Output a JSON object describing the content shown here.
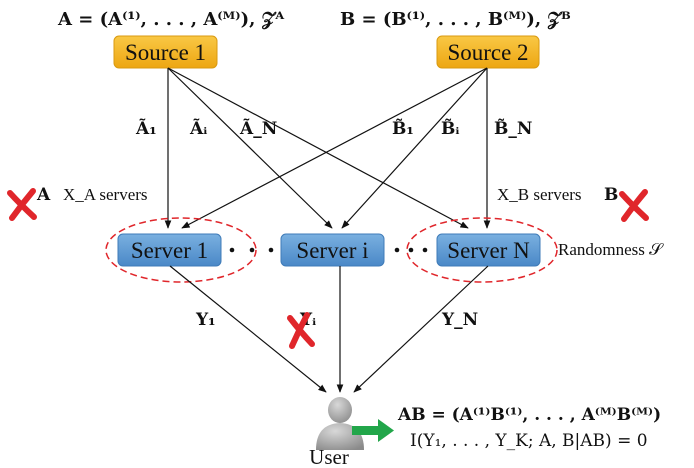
{
  "sources": {
    "a": {
      "label": "Source 1",
      "formula": "A = (A⁽¹⁾, . . . , A⁽ᴹ⁾),  𝒵ᴬ"
    },
    "b": {
      "label": "Source 2",
      "formula": "B = (B⁽¹⁾, . . . , B⁽ᴹ⁾),  𝒵ᴮ"
    }
  },
  "servers": [
    {
      "label": "Server 1"
    },
    {
      "label": "Server i"
    },
    {
      "label": "Server N"
    }
  ],
  "edges_from_a": [
    "Ã₁",
    "Ãᵢ",
    "Ã_N"
  ],
  "edges_from_b": [
    "B̃₁",
    "B̃ᵢ",
    "B̃_N"
  ],
  "edges_to_user": [
    "Y₁",
    "Yᵢ",
    "Y_N"
  ],
  "colluding": {
    "a_label": "X_A servers",
    "a_tag": "A",
    "b_label": "X_B servers",
    "b_tag": "B"
  },
  "randomness": "Randomness 𝒮",
  "user": {
    "label": "User",
    "result_line1": "AB = (A⁽¹⁾B⁽¹⁾, . . . , A⁽ᴹ⁾B⁽ᴹ⁾)",
    "result_line2": "I(Y₁, . . . , Y_K; A, B|AB) = 0"
  },
  "icons": {
    "cross": "red-x-icon",
    "user": "user-silhouette-icon",
    "arrow": "green-arrow-icon"
  },
  "colors": {
    "source_fill": "#f4b41c",
    "server_fill": "#5b9bd5",
    "ellipse": "#e0262b",
    "cross": "#e0262b",
    "arrow": "#22a64a"
  }
}
